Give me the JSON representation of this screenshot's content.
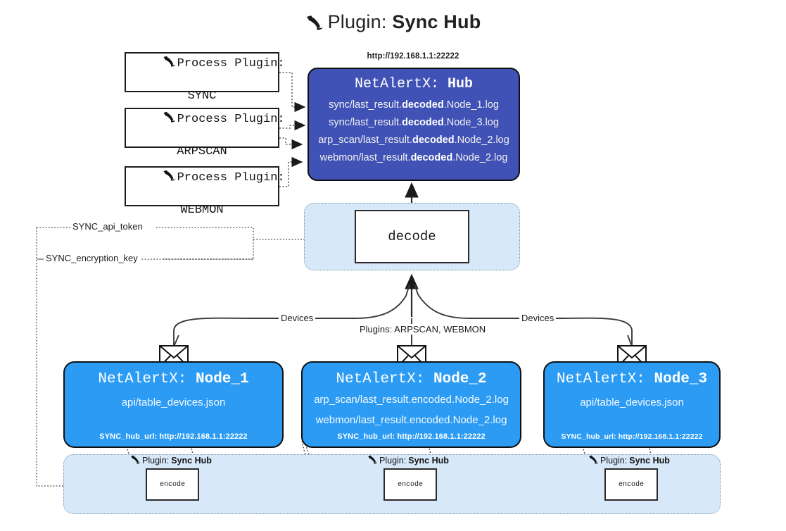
{
  "title": {
    "prefix": "Plugin: ",
    "name": "Sync Hub",
    "icon": "plug-icon"
  },
  "colors": {
    "hub_fill": "#4052b5",
    "node_fill": "#2b9bf4",
    "zone_fill": "#d7e8f9",
    "zone_border": "#7e97ad",
    "stroke": "#2a2a2a",
    "page_bg": "#ffffff"
  },
  "process_plugins": [
    {
      "line1": "Process Plugin:",
      "line2": "SYNC",
      "icon": "plug-icon"
    },
    {
      "line1": "Process Plugin:",
      "line2": "ARPSCAN",
      "icon": "plug-icon"
    },
    {
      "line1": "Process Plugin:",
      "line2": "WEBMON",
      "icon": "plug-icon"
    }
  ],
  "hub": {
    "url": "http://192.168.1.1:22222",
    "title_prefix": "NetAlertX: ",
    "title_name": "Hub",
    "logs": [
      {
        "pre": "sync/last_result.",
        "mid": "decoded",
        "post": ".Node_1.log"
      },
      {
        "pre": "sync/last_result.",
        "mid": "decoded",
        "post": ".Node_3.log"
      },
      {
        "pre": "arp_scan/last_result.",
        "mid": "decoded",
        "post": ".Node_2.log"
      },
      {
        "pre": "webmon/last_result.",
        "mid": "decoded",
        "post": ".Node_2.log"
      }
    ]
  },
  "decode": {
    "label": "decode"
  },
  "secrets": [
    {
      "label": "SYNC_api_token"
    },
    {
      "label": "SYNC_encryption_key"
    }
  ],
  "edge_labels": {
    "devices_left": "Devices",
    "devices_right": "Devices",
    "plugins_center": "Plugins: ARPSCAN, WEBMON"
  },
  "nodes": [
    {
      "title_prefix": "NetAlertX: ",
      "title_name": "Node_1",
      "lines": [
        "api/table_devices.json"
      ],
      "footer": "SYNC_hub_url: http://192.168.1.1:22222",
      "icon": "envelope-icon"
    },
    {
      "title_prefix": "NetAlertX: ",
      "title_name": "Node_2",
      "lines": [
        "arp_scan/last_result.encoded.Node_2.log",
        "webmon/last_result.encoded.Node_2.log"
      ],
      "footer": "SYNC_hub_url: http://192.168.1.1:22222",
      "icon": "envelope-icon"
    },
    {
      "title_prefix": "NetAlertX: ",
      "title_name": "Node_3",
      "lines": [
        "api/table_devices.json"
      ],
      "footer": "SYNC_hub_url: http://192.168.1.1:22222",
      "icon": "envelope-icon"
    }
  ],
  "encoders": [
    {
      "plugin_prefix": "Plugin: ",
      "plugin_name": "Sync Hub",
      "label": "encode",
      "icon": "plug-icon"
    },
    {
      "plugin_prefix": "Plugin: ",
      "plugin_name": "Sync Hub",
      "label": "encode",
      "icon": "plug-icon"
    },
    {
      "plugin_prefix": "Plugin: ",
      "plugin_name": "Sync Hub",
      "label": "encode",
      "icon": "plug-icon"
    }
  ]
}
